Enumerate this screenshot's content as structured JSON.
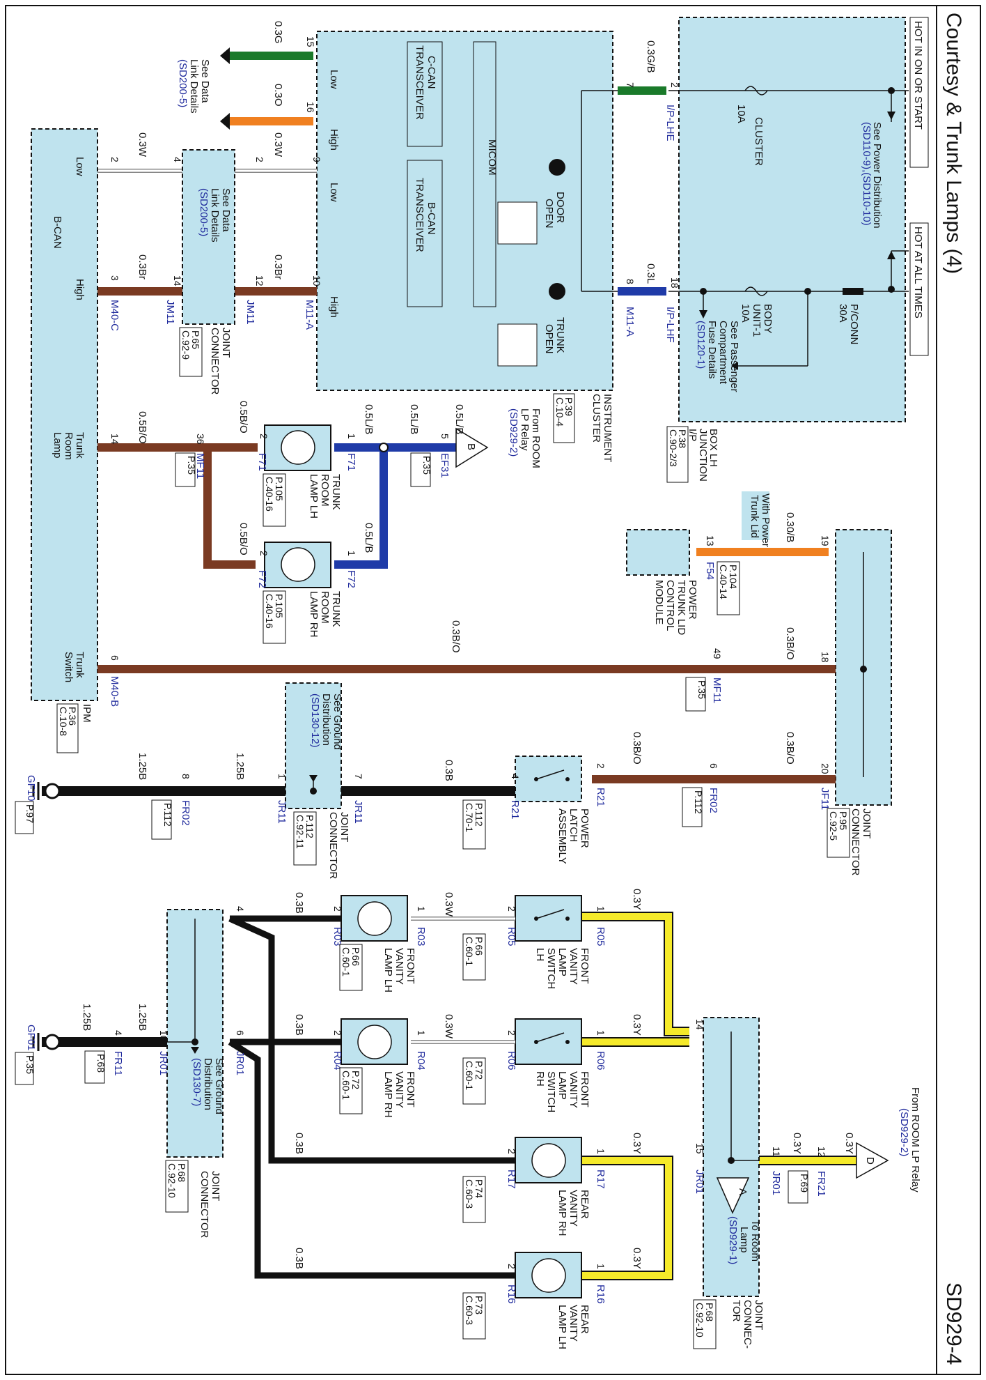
{
  "title": "Courtesy & Trunk Lamps (4)",
  "page_code": "SD929-4",
  "power_headers": {
    "hot_in_on_or_start": "HOT IN ON OR START",
    "hot_at_all_times": "HOT AT ALL TIMES"
  },
  "ij_box": {
    "name_lines": [
      "I/P",
      "JUNCTION",
      "BOX LH"
    ],
    "page_ref": [
      "P.38",
      "C.90-2/3"
    ],
    "cluster_fuse": [
      "CLUSTER",
      "10A"
    ],
    "body_unit_fuse": [
      "BODY",
      "UNIT-1",
      "10A"
    ],
    "pconn_fuse": [
      "P/CONN",
      "30A"
    ],
    "see_power_dist": "See Power Distribution",
    "power_dist_ref": "(SD110-9),(SD110-10)",
    "see_passenger_fuse": [
      "See Passenger",
      "Compartment",
      "Fuse Details"
    ],
    "passenger_fuse_ref": "(SD120-1)"
  },
  "cluster": {
    "name_lines": [
      "INSTRUMENT",
      "CLUSTER"
    ],
    "page_ref": [
      "P.39",
      "C.10-4"
    ],
    "micom": "MICOM",
    "ccan": [
      "C-CAN",
      "TRANSCEIVER"
    ],
    "bcan": [
      "B-CAN",
      "TRANSCEIVER"
    ],
    "door_open": [
      "DOOR",
      "OPEN"
    ],
    "trunk_open": [
      "TRUNK",
      "OPEN"
    ],
    "low": "Low",
    "high": "High"
  },
  "connectors": {
    "ip_lhe": "I/P-LHE",
    "ip_lhf": "I/P-LHF",
    "m11a": "M11-A",
    "jm11": "JM11",
    "m40c": "M40-C",
    "m40b": "M40-B",
    "mf11": "MF11",
    "f71": "F71",
    "f72": "F72",
    "ef31": "EF31",
    "f54": "F54",
    "jf11": "JF11",
    "fr02": "FR02",
    "r21": "R21",
    "jr11": "JR11",
    "gf10": "GF10",
    "r05": "R05",
    "r03": "R03",
    "r06": "R06",
    "r04": "R04",
    "r17": "R17",
    "r16": "R16",
    "jr01": "JR01",
    "fr11": "FR11",
    "fr21": "FR21",
    "gf01": "GF01"
  },
  "wires": {
    "w_03g": "0.3G",
    "w_03o": "0.3O",
    "w_03gb": "0.3G/B",
    "w_03l": "0.3L",
    "w_03w": "0.3W",
    "w_03br": "0.3Br",
    "w_05bo": "0.5B/O",
    "w_05lb": "0.5L/B",
    "w_03ob": "0.30/B",
    "w_03bo": "0.3B/O",
    "w_03b": "0.3B",
    "w_125b": "1.25B",
    "w_03y": "0.3Y"
  },
  "data_link": {
    "see": [
      "See Data",
      "Link Details"
    ],
    "ref": "(SD200-5)"
  },
  "jm11_box": {
    "name_lines": [
      "JOINT",
      "CONNECTOR"
    ],
    "page_ref": [
      "P.65",
      "C.92-9"
    ]
  },
  "ipm": {
    "bcan": "B-CAN",
    "low": "Low",
    "high": "High",
    "trunk_room_lamp": [
      "Trunk",
      "Room",
      "Lamp"
    ],
    "trunk_switch": [
      "Trunk",
      "Switch"
    ],
    "name": "IPM",
    "page_ref": [
      "P.36",
      "C.10-8"
    ]
  },
  "from_room_lp_b": {
    "letter": "B",
    "text": [
      "From ROOM",
      "LP Relay"
    ],
    "ref": "(SD929-2)"
  },
  "trunk_lamp_lh": {
    "name_lines": [
      "TRUNK",
      "ROOM",
      "LAMP LH"
    ],
    "page_ref": [
      "P.105",
      "C.40-16"
    ]
  },
  "trunk_lamp_rh": {
    "name_lines": [
      "TRUNK",
      "ROOM",
      "LAMP RH"
    ],
    "page_ref": [
      "P.105",
      "C.40-16"
    ]
  },
  "ptlcm": {
    "name_lines": [
      "POWER",
      "TRUNK LID",
      "CONTROL",
      "MODULE"
    ],
    "page_ref": [
      "P.104",
      "C.40-14"
    ],
    "note": [
      "With Power",
      "Trunk Lid"
    ]
  },
  "jf11_box": {
    "name_lines": [
      "JOINT",
      "CONNECTOR"
    ],
    "page_ref": [
      "P.95",
      "C.92-5"
    ]
  },
  "power_latch": {
    "name_lines": [
      "POWER",
      "LATCH",
      "ASSEMBLY"
    ],
    "page_ref": [
      "P.112",
      "C.70-1"
    ]
  },
  "jr11_box": {
    "name_lines": [
      "JOINT",
      "CONNECTOR"
    ],
    "page_ref": [
      "P.112",
      "C.92-11"
    ],
    "see_ground": [
      "See Ground",
      "Distribution"
    ],
    "ground_ref": "(SD130-12)"
  },
  "front_vanity_sw_lh": {
    "name_lines": [
      "FRONT",
      "VANITY",
      "LAMP",
      "SWITCH",
      "LH"
    ],
    "page_ref": [
      "P.66",
      "C.60-1"
    ]
  },
  "front_vanity_lamp_lh": {
    "name_lines": [
      "FRONT",
      "VANITY",
      "LAMP LH"
    ],
    "page_ref": [
      "P.66",
      "C.60-1"
    ]
  },
  "front_vanity_sw_rh": {
    "name_lines": [
      "FRONT",
      "VANITY",
      "LAMP",
      "SWITCH",
      "RH"
    ],
    "page_ref": [
      "P.72",
      "C.60-1"
    ]
  },
  "front_vanity_lamp_rh": {
    "name_lines": [
      "FRONT",
      "VANITY",
      "LAMP RH"
    ],
    "page_ref": [
      "P.72",
      "C.60-1"
    ]
  },
  "rear_vanity_lamp_rh": {
    "name_lines": [
      "REAR",
      "VANITY",
      "LAMP RH"
    ],
    "page_ref": [
      "P.74",
      "C.60-3"
    ]
  },
  "rear_vanity_lamp_lh": {
    "name_lines": [
      "REAR",
      "VANITY",
      "LAMP LH"
    ],
    "page_ref": [
      "P.73",
      "C.60-3"
    ]
  },
  "jr01_box": {
    "name_lines": [
      "JOINT",
      "CONNECTOR"
    ],
    "page_ref": [
      "P.68",
      "C.92-10"
    ],
    "see_ground": [
      "See Ground",
      "Distribution"
    ],
    "ground_ref": "(SD130-7)"
  },
  "jr01_top_box": {
    "name_lines": [
      "JOINT",
      "CONNEC-",
      "TOR"
    ],
    "page_ref": [
      "P.68",
      "C.92-10"
    ],
    "to_room": [
      "To Room",
      "Lamp"
    ],
    "to_room_ref": "(SD929-1)",
    "letter": "A"
  },
  "from_room_lp_d": {
    "letter": "D",
    "text": "From ROOM LP Relay",
    "ref": "(SD929-2)"
  },
  "refs": {
    "p35": "P.35",
    "p112": "P.112",
    "p97": "P.97",
    "p68": "P.68",
    "p69": "P.69"
  },
  "pins": {
    "p15": "15",
    "p16": "16",
    "p9": "9",
    "p10": "10",
    "p2": "2",
    "p4": "4",
    "p12": "12",
    "p14": "14",
    "p3": "3",
    "p7": "7",
    "p8": "8",
    "p18": "18",
    "p36": "36",
    "p1": "1",
    "p5": "5",
    "p13": "13",
    "p19": "19",
    "p6": "6",
    "p49": "49",
    "p20": "20",
    "p11": "11"
  }
}
